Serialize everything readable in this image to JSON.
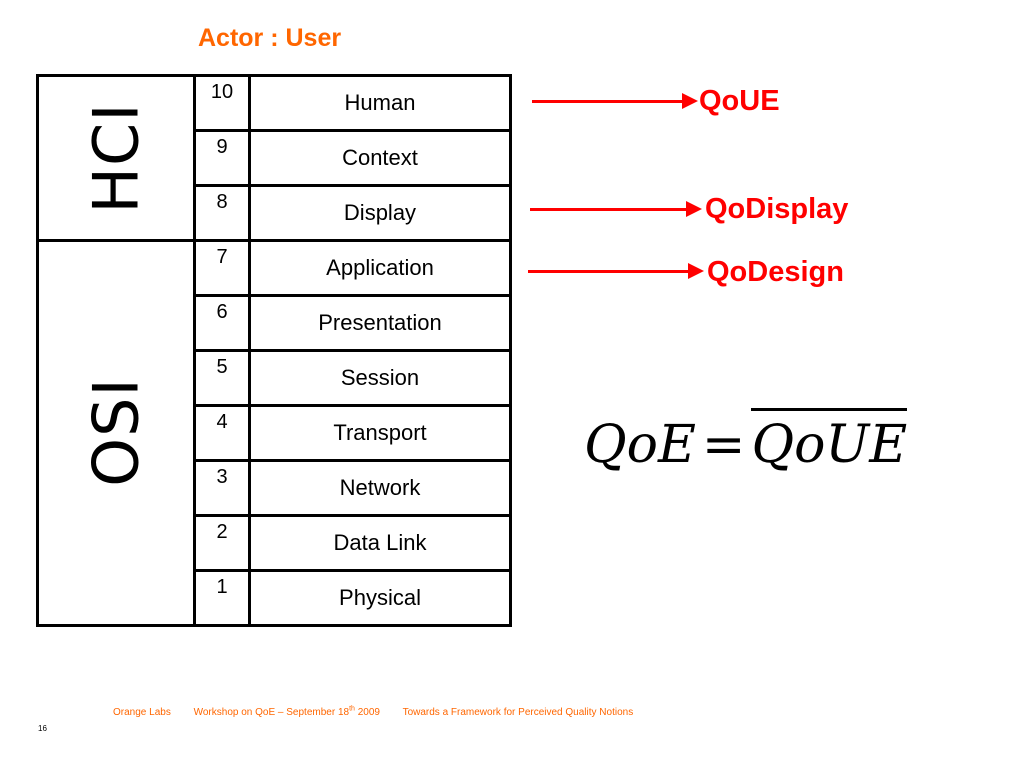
{
  "slide": {
    "title": "Actor : User",
    "groups": [
      {
        "label": "HCI"
      },
      {
        "label": "OSI"
      }
    ],
    "layers": [
      {
        "num": "10",
        "name": "Human"
      },
      {
        "num": "9",
        "name": "Context"
      },
      {
        "num": "8",
        "name": "Display"
      },
      {
        "num": "7",
        "name": "Application"
      },
      {
        "num": "6",
        "name": "Presentation"
      },
      {
        "num": "5",
        "name": "Session"
      },
      {
        "num": "4",
        "name": "Transport"
      },
      {
        "num": "3",
        "name": "Network"
      },
      {
        "num": "2",
        "name": "Data Link"
      },
      {
        "num": "1",
        "name": "Physical"
      }
    ],
    "qualities": [
      {
        "label": "QoUE"
      },
      {
        "label": "QoDisplay"
      },
      {
        "label": "QoDesign"
      }
    ],
    "formula": {
      "lhs": "QoE",
      "eq": "=",
      "rhs": "QoUE"
    },
    "footer": {
      "org": "Orange Labs",
      "event_prefix": "Workshop on QoE – September 18",
      "event_sup": "th",
      "event_suffix": " 2009",
      "talk": "Towards a Framework for Perceived Quality Notions"
    },
    "page_number": "16",
    "colors": {
      "accent_orange": "#ff6600",
      "arrow_red": "#ff0000",
      "line_black": "#000000"
    }
  }
}
